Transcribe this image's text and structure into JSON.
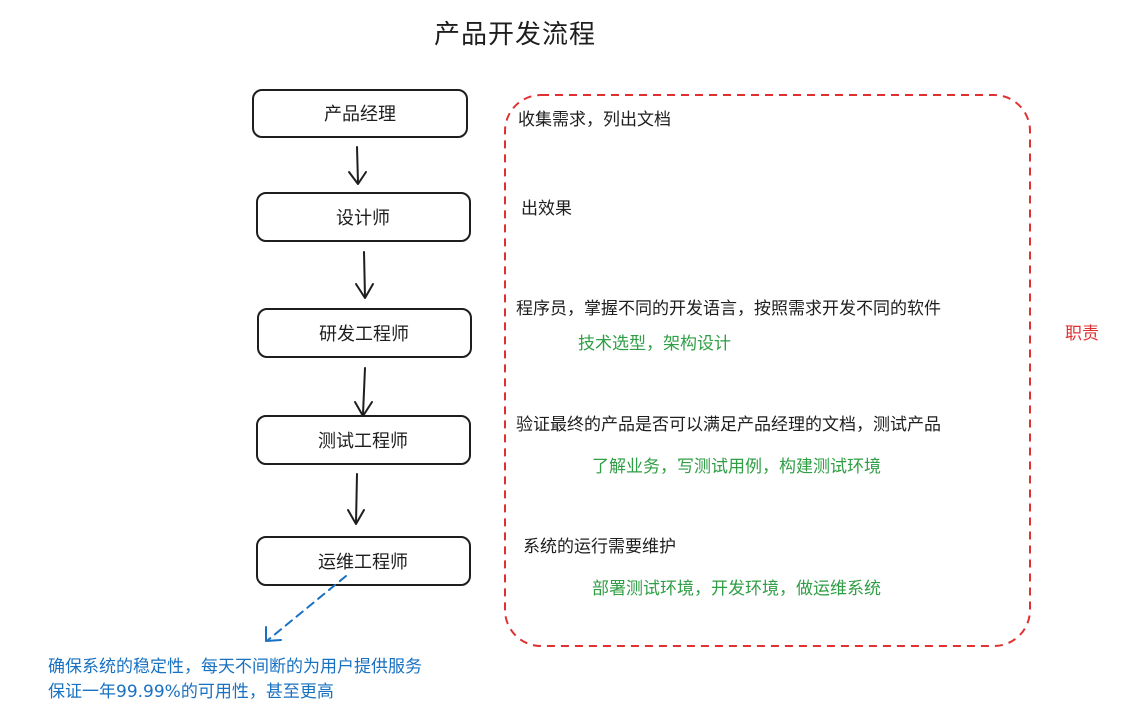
{
  "title": "产品开发流程",
  "roles": [
    {
      "label": "产品经理"
    },
    {
      "label": "设计师"
    },
    {
      "label": "研发工程师"
    },
    {
      "label": "测试工程师"
    },
    {
      "label": "运维工程师"
    }
  ],
  "duties": [
    {
      "text": "收集需求，列出文档",
      "detail": ""
    },
    {
      "text": "出效果",
      "detail": ""
    },
    {
      "text": "程序员，掌握不同的开发语言，按照需求开发不同的软件",
      "detail": "技术选型，架构设计"
    },
    {
      "text": "验证最终的产品是否可以满足产品经理的文档，测试产品",
      "detail": "了解业务，写测试用例，构建测试环境"
    },
    {
      "text": "系统的运行需要维护",
      "detail": "部署测试环境，开发环境，做运维系统"
    }
  ],
  "duty_group_label": "职责",
  "ops_note": {
    "line1": "确保系统的稳定性，每天不间断的为用户提供服务",
    "line2": "保证一年99.99%的可用性，甚至更高"
  },
  "colors": {
    "stroke": "#1e1e1e",
    "detail_text": "#2f9e44",
    "group_border": "#e03131",
    "note": "#1971c2"
  }
}
